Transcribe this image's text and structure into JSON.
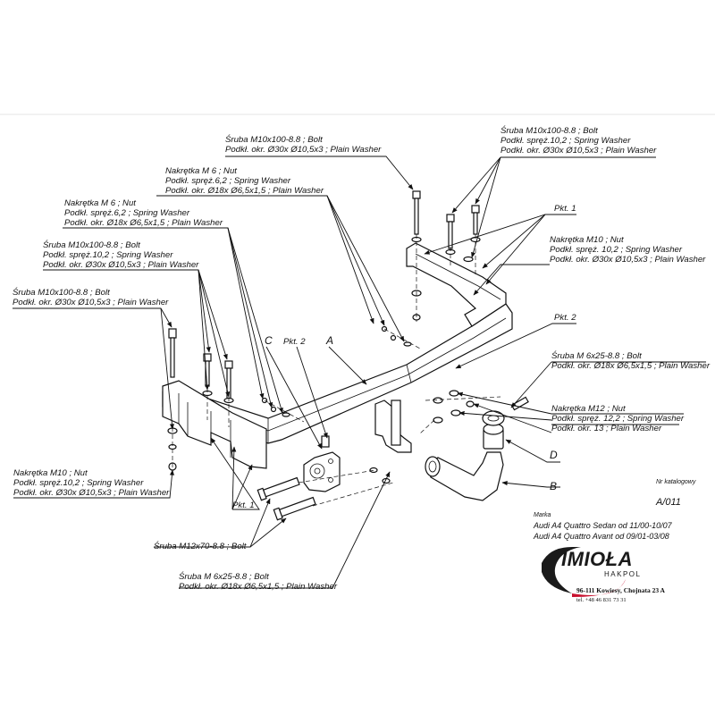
{
  "labels": {
    "bolt_top_center": [
      "Śruba M10x100-8.8 ;  Bolt",
      "Podkł. okr.  Ø30x Ø10,5x3 ; Plain Washer"
    ],
    "bolt_top_right": [
      "Śruba M10x100-8.8 ;  Bolt",
      "Podkł. spręż.10,2 ; Spring Washer",
      "Podkł. okr.  Ø30x Ø10,5x3 ; Plain Washer"
    ],
    "nut_m6_center": [
      "Nakrętka  M 6 ; Nut",
      "Podkł. spręż.6,2 ; Spring Washer",
      "Podkł. okr.   Ø18x Ø6,5x1,5 ; Plain Washer"
    ],
    "nut_m6_left": [
      "Nakrętka  M 6 ; Nut",
      "Podkł. spręż.6,2 ; Spring Washer",
      "Podkł. okr.   Ø18x Ø6,5x1,5 ; Plain Washer"
    ],
    "bolt_left_mid": [
      "Śruba M10x100-8.8 ;  Bolt",
      "Podkł. spręż.10,2 ; Spring Washer",
      "Podkł. okr.  Ø30x Ø10,5x3 ; Plain Washer"
    ],
    "bolt_left": [
      "Śruba M10x100-8.8 ;  Bolt",
      "Podkł. okr.  Ø30x Ø10,5x3 ; Plain Washer"
    ],
    "nut_m10_right": [
      "Nakrętka  M10 ; Nut",
      "Podkł. spręż. 10,2 ; Spring Washer",
      "Podkł. okr.  Ø30x Ø10,5x3 ; Plain Washer"
    ],
    "bolt_m6_right": [
      "Śruba M 6x25-8.8 ;  Bolt",
      "Podkł. okr.  Ø18x Ø6,5x1,5 ; Plain Washer"
    ],
    "nut_m12_right": [
      "Nakrętka  M12 ; Nut",
      "Podkł. spręż. 12,2 ; Spring Washer",
      "Podkł. okr. 13 ; Plain Washer"
    ],
    "nut_m10_left": [
      "Nakrętka  M10 ; Nut",
      "Podkł. spręż.10,2 ; Spring Washer",
      "Podkł. okr.  Ø30x Ø10,5x3 ; Plain Washer"
    ],
    "bolt_m12": [
      "Śruba M12x70-8.8 ;  Bolt"
    ],
    "bolt_m6_bottom": [
      "Śruba M 6x25-8.8 ;  Bolt",
      "Podkł. okr.  Ø18x Ø6,5x1,5 ; Plain Washer"
    ]
  },
  "letters": {
    "a": "A",
    "b": "B",
    "c": "C",
    "d": "D"
  },
  "points": {
    "pkt1_top": "Pkt. 1",
    "pkt2_right": "Pkt. 2",
    "pkt2_left": "Pkt. 2",
    "pkt1_bottom": "Pkt. 1"
  },
  "catalog": {
    "label": "Nr katalogowy",
    "number": "A/011"
  },
  "marka": {
    "label": "Marka",
    "vehicles": [
      "Audi A4 Quattro Sedan   od  11/00-10/07",
      "Audi A4 Quattro Avant   od  09/01-03/08"
    ]
  },
  "brand": {
    "name": "IMIOŁA",
    "sub": "HAKPOL",
    "address": "96-111 Kowiesy, Chojnata 23 A",
    "tel": "tel. +48 46 831 73 31",
    "colors": {
      "ink": "#1a1a1a",
      "accent": "#c8102e"
    }
  }
}
